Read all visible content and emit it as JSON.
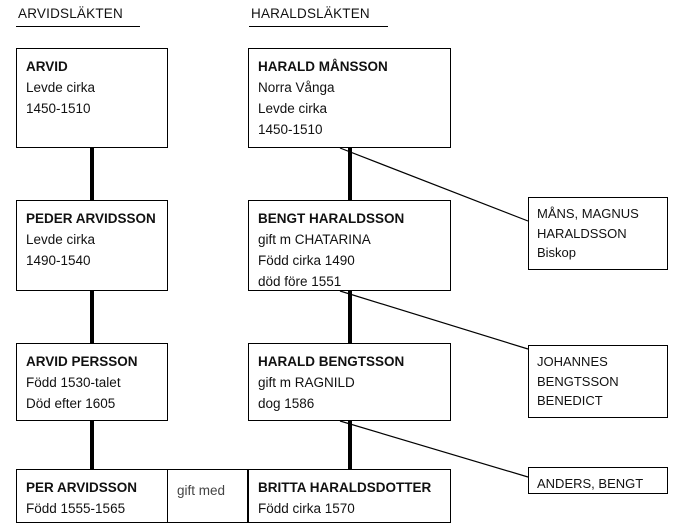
{
  "columns": [
    {
      "heading": "ARVIDSLÄKTEN"
    },
    {
      "heading": "HARALDSLÄKTEN"
    }
  ],
  "arvid_line": [
    {
      "title": "ARVID",
      "lines": [
        "Levde cirka",
        "1450-1510"
      ]
    },
    {
      "title": "PEDER ARVIDSSON",
      "lines": [
        "Levde cirka",
        "1490-1540"
      ]
    },
    {
      "title": "ARVID PERSSON",
      "lines": [
        "Född 1530-talet",
        "Död efter 1605"
      ]
    },
    {
      "title": "PER ARVIDSSON",
      "lines": [
        "Född 1555-1565"
      ]
    }
  ],
  "harald_line": [
    {
      "title": "HARALD MÅNSSON",
      "lines": [
        "Norra Vånga",
        "Levde cirka",
        "1450-1510"
      ]
    },
    {
      "title": "BENGT HARALDSSON",
      "lines": [
        "gift m CHATARINA",
        "Född cirka 1490",
        "död före 1551"
      ]
    },
    {
      "title": "HARALD BENGTSSON",
      "lines": [
        "gift m RAGNILD",
        "dog 1586"
      ]
    },
    {
      "title": "BRITTA HARALDSDOTTER",
      "lines": [
        "Född cirka 1570"
      ]
    }
  ],
  "siblings": [
    {
      "lines": [
        "MÅNS, MAGNUS",
        "HARALDSSON",
        "Biskop"
      ]
    },
    {
      "lines": [
        "JOHANNES",
        "BENGTSSON",
        "BENEDICT"
      ]
    },
    {
      "lines": [
        "ANDERS, BENGT"
      ]
    }
  ],
  "marriage": {
    "label": "gift med"
  }
}
